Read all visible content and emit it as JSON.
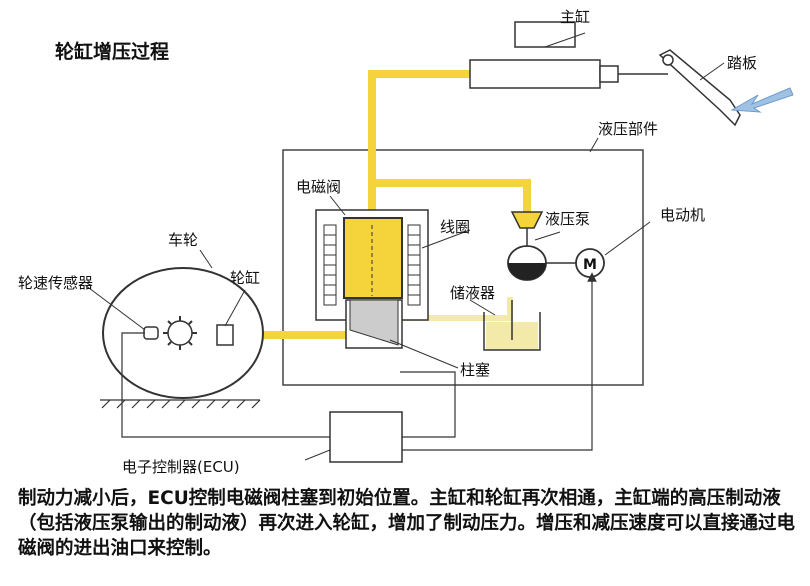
{
  "diagram": {
    "title": "轮缸增压过程",
    "labels": {
      "master_cylinder": "主缸",
      "pedal": "踏板",
      "hydraulic_unit": "液压部件",
      "solenoid_valve": "电磁阀",
      "pump": "液压泵",
      "motor": "电动机",
      "motor_symbol": "M",
      "coil": "线圈",
      "wheel": "车轮",
      "wheel_sensor": "轮速传感器",
      "wheel_cylinder": "轮缸",
      "reservoir": "储液器",
      "plunger": "柱塞",
      "ecu": "电子控制器(ECU)"
    },
    "colors": {
      "fluid": "#f5d33a",
      "fluid_pale": "#f3e9a8",
      "line": "#333333",
      "arrow": "#9fc2e4"
    }
  },
  "caption": "制动力减小后，ECU控制电磁阀柱塞到初始位置。主缸和轮缸再次相通，主缸端的高压制动液（包括液压泵输出的制动液）再次进入轮缸，增加了制动压力。增压和减压速度可以直接通过电磁阀的进出油口来控制。"
}
